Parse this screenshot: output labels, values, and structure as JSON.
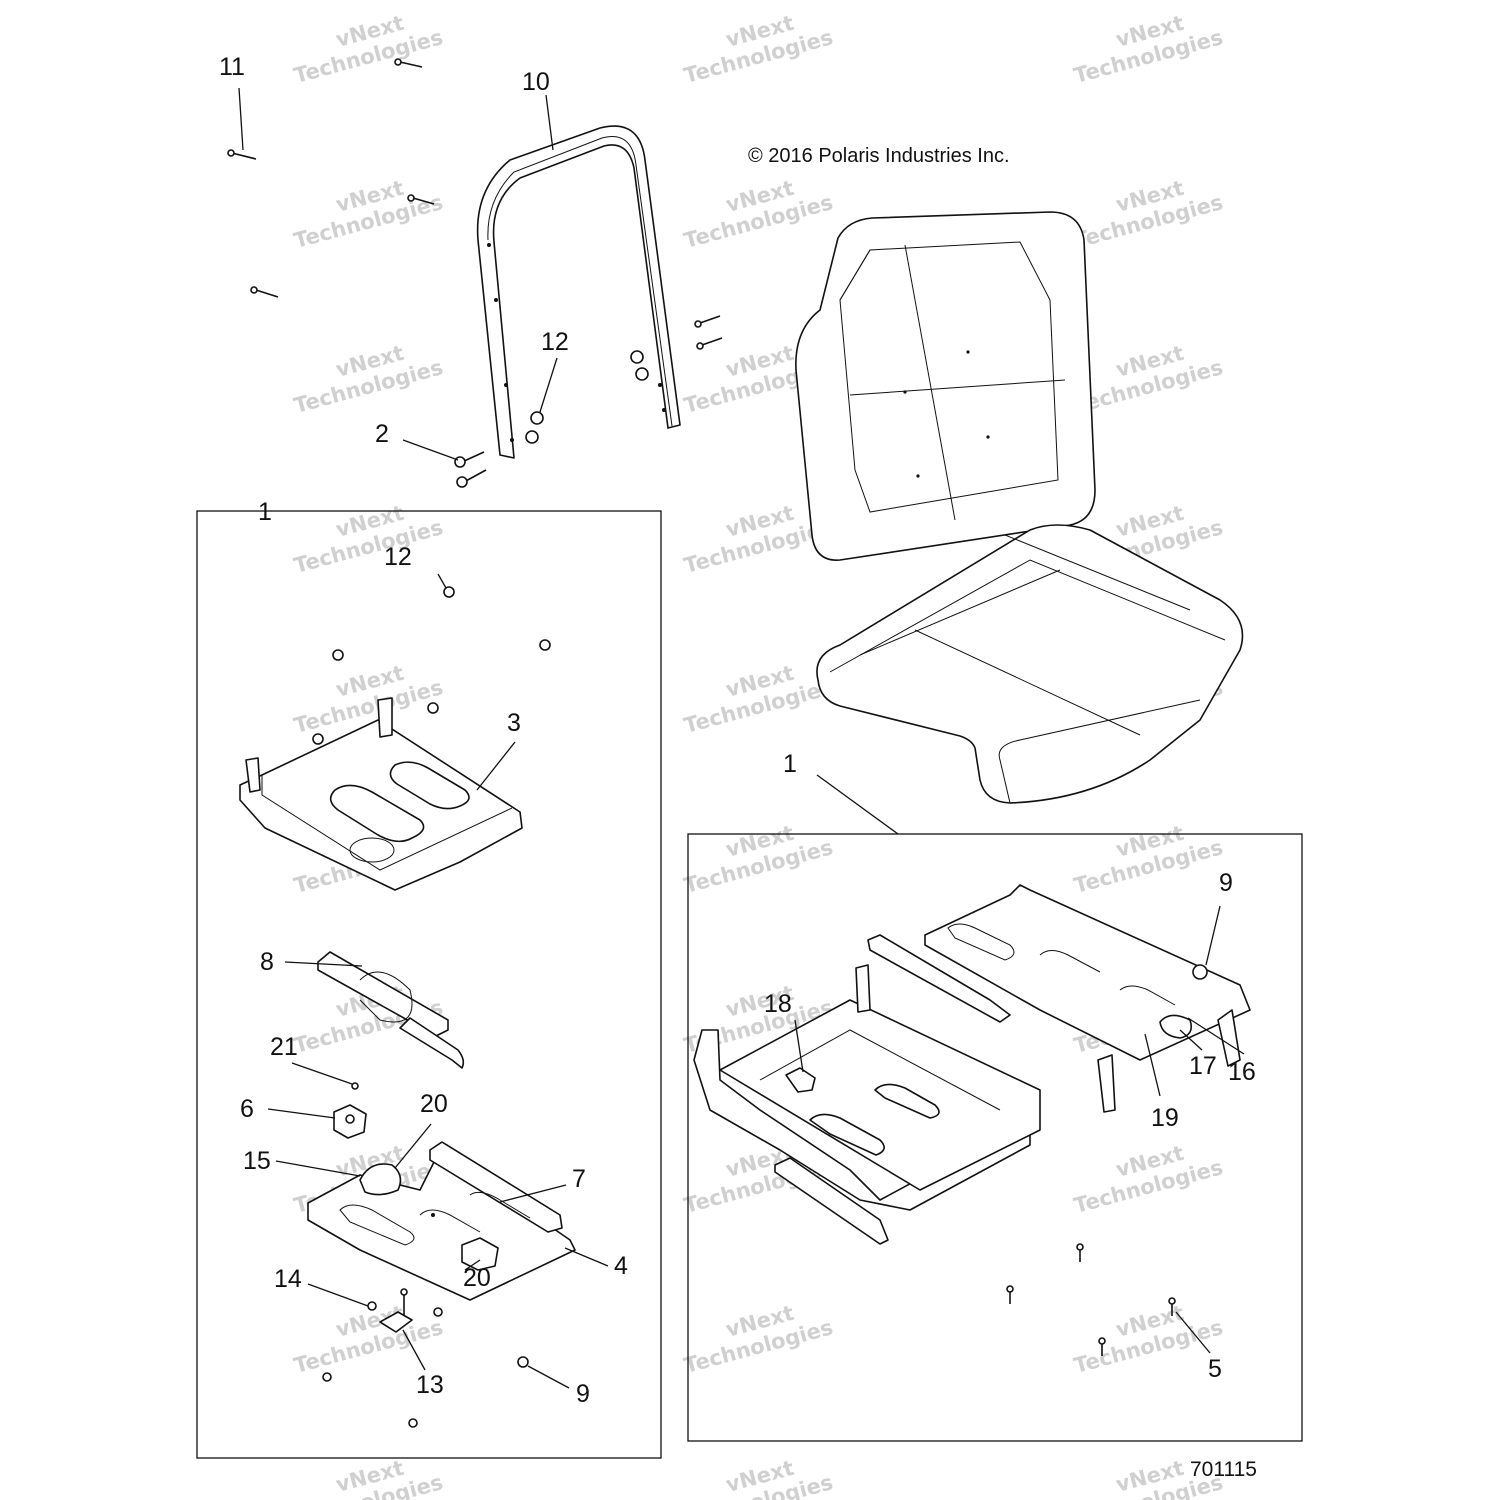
{
  "copyright": "© 2016 Polaris Industries Inc.",
  "drawing_number": "701115",
  "watermark_lines": [
    "vNext",
    "Technologies"
  ],
  "callouts": {
    "c11": "11",
    "c10": "10",
    "c12a": "12",
    "c2": "2",
    "c1a": "1",
    "c12b": "12",
    "c3": "3",
    "c8": "8",
    "c21": "21",
    "c6": "6",
    "c20a": "20",
    "c15": "15",
    "c7": "7",
    "c4": "4",
    "c20b": "20",
    "c14": "14",
    "c13": "13",
    "c9a": "9",
    "c1b": "1",
    "c9b": "9",
    "c18": "18",
    "c17": "17",
    "c16": "16",
    "c19": "19",
    "c5": "5"
  }
}
